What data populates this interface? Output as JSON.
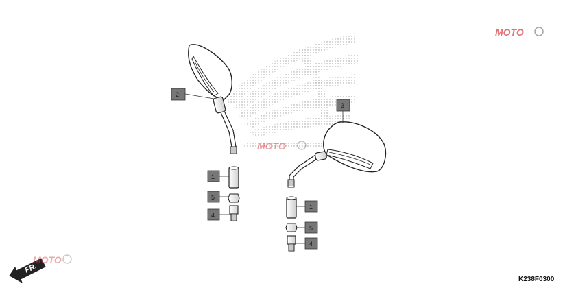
{
  "diagram_code": "K238F0300",
  "direction_label": "FR.",
  "watermark": {
    "text": "MOTO",
    "color": "#d9434b"
  },
  "callouts": [
    {
      "id": "left-mirror",
      "label": "2"
    },
    {
      "id": "right-mirror",
      "label": "3"
    },
    {
      "id": "left-adapter",
      "label": "1"
    },
    {
      "id": "left-nut",
      "label": "5"
    },
    {
      "id": "left-bolt",
      "label": "4"
    },
    {
      "id": "right-adapter",
      "label": "1"
    },
    {
      "id": "right-nut",
      "label": "5"
    },
    {
      "id": "right-bolt",
      "label": "4"
    }
  ]
}
